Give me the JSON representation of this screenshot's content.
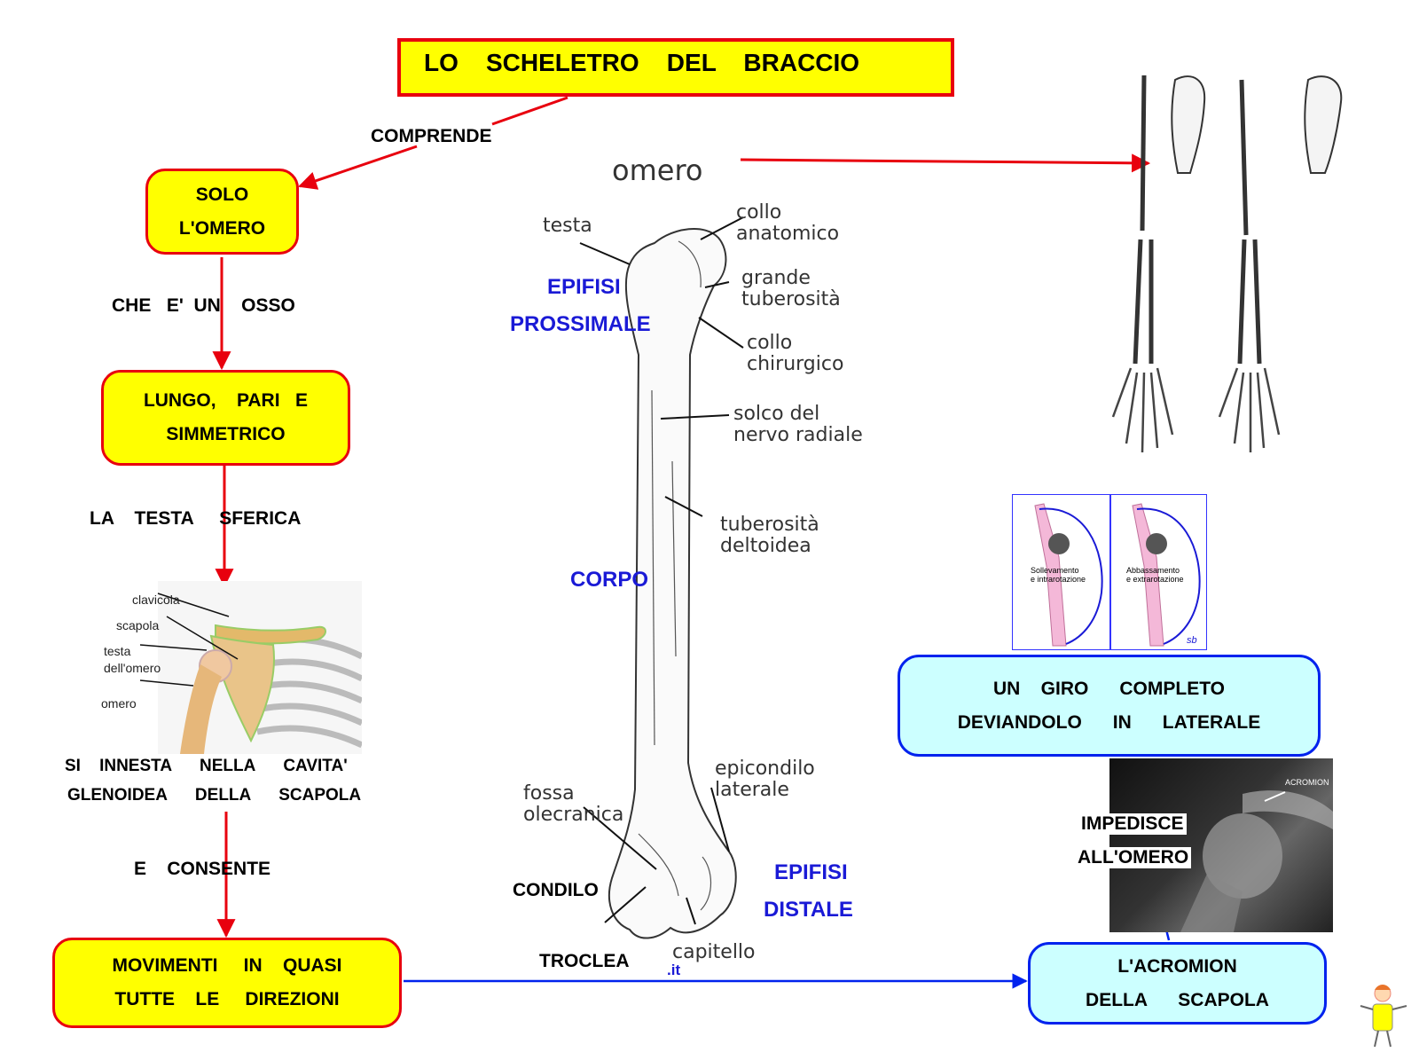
{
  "title": "LO    SCHELETRO    DEL    BRACCIO",
  "links": {
    "comprende": "COMPRENDE",
    "che_e_un_osso": "CHE   E'  UN    OSSO",
    "la_testa_sferica": "LA    TESTA     SFERICA",
    "si_innesta_1": "SI    INNESTA      NELLA      CAVITA'",
    "si_innesta_2": "GLENOIDEA      DELLA      SCAPOLA",
    "e_consente": "E    CONSENTE",
    "impedisce_1": "IMPEDISCE",
    "impedisce_2": "ALL'OMERO"
  },
  "boxes": {
    "solo_omero": [
      "SOLO",
      "L'OMERO"
    ],
    "lungo": [
      "LUNGO,    PARI   E",
      "SIMMETRICO"
    ],
    "movimenti": [
      "MOVIMENTI     IN    QUASI",
      "TUTTE    LE     DIREZIONI"
    ],
    "giro": [
      "UN    GIRO      COMPLETO",
      "DEVIANDOLO      IN      LATERALE"
    ],
    "acromion": [
      "L'ACROMION",
      "DELLA      SCAPOLA"
    ]
  },
  "bone": {
    "omero": "omero",
    "testa": "testa",
    "collo_anatomico": "collo\nanatomico",
    "grande_tuberosita": "grande\ntuberosità",
    "collo_chirurgico": "collo\nchirurgico",
    "solco": "solco del\nnervo radiale",
    "tuberosita_deltoidea": "tuberosità\ndeltoidea",
    "epicondilo": "epicondilo\nlaterale",
    "fossa": "fossa\nolecranica",
    "capitello": "capitello",
    "it": ".it"
  },
  "bone_parts": {
    "epifisi_prossimale_1": "EPIFISI",
    "epifisi_prossimale_2": "PROSSIMALE",
    "corpo": "CORPO",
    "epifisi_distale_1": "EPIFISI",
    "epifisi_distale_2": "DISTALE",
    "condilo": "CONDILO",
    "troclea": "TROCLEA"
  },
  "shoulder": {
    "clavicola": "clavicola",
    "scapola": "scapola",
    "testa_omero": "testa\ndell'omero",
    "omero": "omero"
  },
  "movement": {
    "left": "Sollevamento\ne intrarotazione",
    "right": "Abbassamento\ne extrarotazione",
    "sig": "sb"
  },
  "xray": {
    "acromion": "ACROMION"
  },
  "colors": {
    "red": "#e8000e",
    "yellow": "#ffff00",
    "cyan": "#ccffff",
    "blue": "#0022ee"
  }
}
